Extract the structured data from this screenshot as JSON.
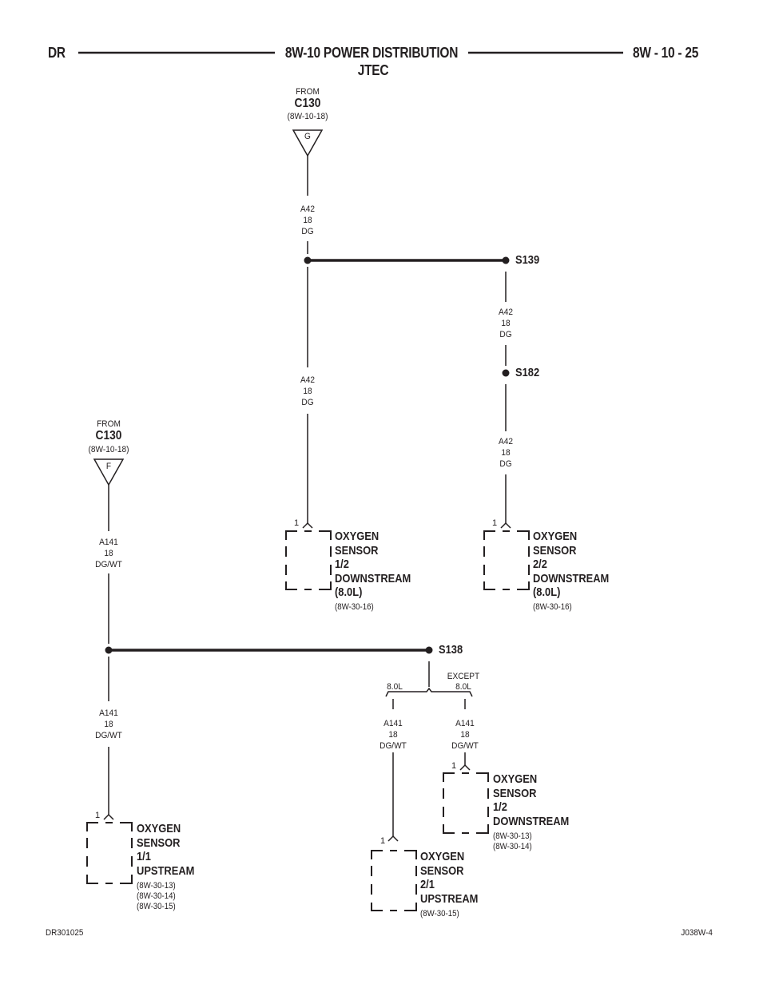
{
  "header": {
    "left": "DR",
    "title": "8W-10 POWER DISTRIBUTION",
    "subtitle": "JTEC",
    "page": "8W - 10 - 25"
  },
  "sources": [
    {
      "from_label": "FROM",
      "connector": "C130",
      "ref": "(8W-10-18)",
      "pin": "G"
    },
    {
      "from_label": "FROM",
      "connector": "C130",
      "ref": "(8W-10-18)",
      "pin": "F"
    }
  ],
  "wires": {
    "w1": {
      "circuit": "A42",
      "gauge": "18",
      "color": "DG"
    },
    "w2": {
      "circuit": "A42",
      "gauge": "18",
      "color": "DG"
    },
    "w3": {
      "circuit": "A42",
      "gauge": "18",
      "color": "DG"
    },
    "w4": {
      "circuit": "A42",
      "gauge": "18",
      "color": "DG"
    },
    "w5": {
      "circuit": "A141",
      "gauge": "18",
      "color": "DG/WT"
    },
    "w6": {
      "circuit": "A141",
      "gauge": "18",
      "color": "DG/WT"
    },
    "w7": {
      "circuit": "A141",
      "gauge": "18",
      "color": "DG/WT"
    },
    "w8": {
      "circuit": "A141",
      "gauge": "18",
      "color": "DG/WT"
    }
  },
  "splices": {
    "s139": "S139",
    "s182": "S182",
    "s138": "S138"
  },
  "options": {
    "opt1": "8.0L",
    "opt2_line1": "EXCEPT",
    "opt2_line2": "8.0L"
  },
  "components": [
    {
      "pin": "1",
      "lines": [
        "OXYGEN",
        "SENSOR",
        "1/2",
        "DOWNSTREAM",
        "(8.0L)"
      ],
      "refs": [
        "(8W-30-16)"
      ]
    },
    {
      "pin": "1",
      "lines": [
        "OXYGEN",
        "SENSOR",
        "2/2",
        "DOWNSTREAM",
        "(8.0L)"
      ],
      "refs": [
        "(8W-30-16)"
      ]
    },
    {
      "pin": "1",
      "lines": [
        "OXYGEN",
        "SENSOR",
        "1/2",
        "DOWNSTREAM"
      ],
      "refs": [
        "(8W-30-13)",
        "(8W-30-14)"
      ]
    },
    {
      "pin": "1",
      "lines": [
        "OXYGEN",
        "SENSOR",
        "1/1",
        "UPSTREAM"
      ],
      "refs": [
        "(8W-30-13)",
        "(8W-30-14)",
        "(8W-30-15)"
      ]
    },
    {
      "pin": "1",
      "lines": [
        "OXYGEN",
        "SENSOR",
        "2/1",
        "UPSTREAM"
      ],
      "refs": [
        "(8W-30-15)"
      ]
    }
  ],
  "footer": {
    "left": "DR301025",
    "right": "J038W-4"
  }
}
